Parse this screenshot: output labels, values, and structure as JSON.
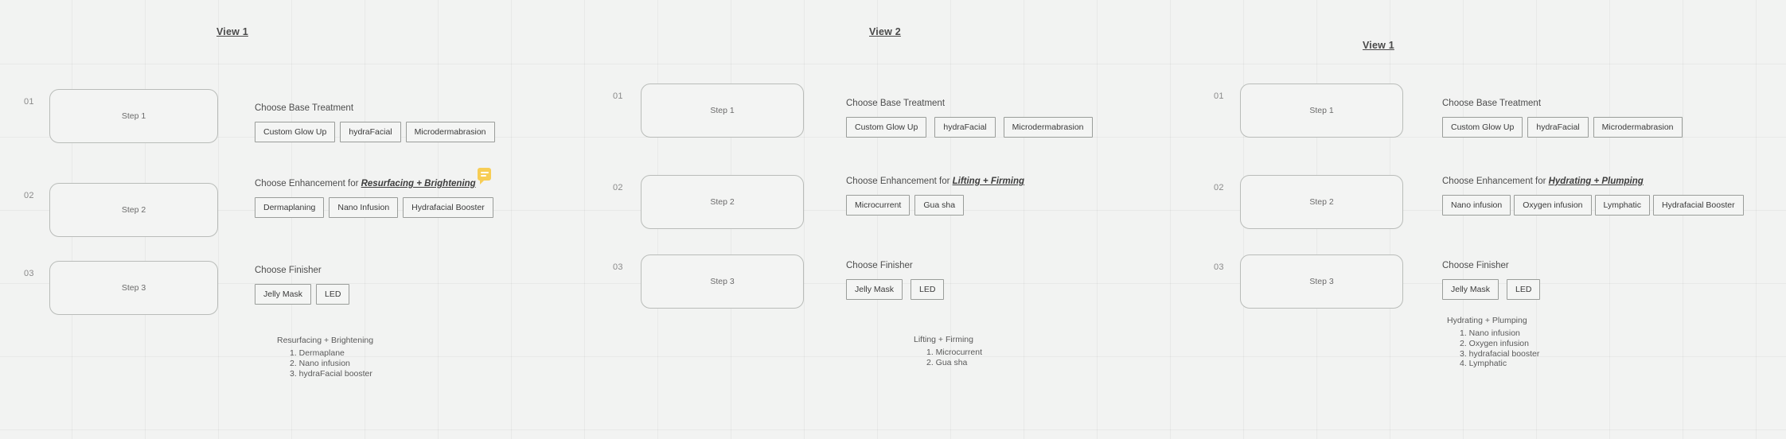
{
  "canvas": {
    "note_icon": "comment-note-icon",
    "accent_color": "#f7cd55",
    "background_color": "#f2f3f2"
  },
  "columns": [
    {
      "title": "View 1",
      "rows": [
        {
          "number": "01",
          "step_label": "Step 1"
        },
        {
          "number": "02",
          "step_label": "Step 2"
        },
        {
          "number": "03",
          "step_label": "Step 3"
        }
      ],
      "groups": [
        {
          "label_prefix": "Choose Base Treatment",
          "label_emphasis": "",
          "options": [
            "Custom Glow Up",
            "hydraFacial",
            "Microdermabrasion"
          ]
        },
        {
          "label_prefix": "Choose Enhancement for ",
          "label_emphasis": "Resurfacing + Brightening",
          "options": [
            "Dermaplaning",
            "Nano Infusion",
            "Hydrafacial Booster"
          ]
        },
        {
          "label_prefix": "Choose Finisher",
          "label_emphasis": "",
          "options": [
            "Jelly Mask",
            "LED"
          ]
        }
      ],
      "legend": {
        "title": "Resurfacing + Brightening",
        "items": [
          "1. Dermaplane",
          "2. Nano infusion",
          "3. hydraFacial booster"
        ]
      }
    },
    {
      "title": "View 2",
      "rows": [
        {
          "number": "01",
          "step_label": "Step 1"
        },
        {
          "number": "02",
          "step_label": "Step 2"
        },
        {
          "number": "03",
          "step_label": "Step 3"
        }
      ],
      "groups": [
        {
          "label_prefix": "Choose Base Treatment",
          "label_emphasis": "",
          "options": [
            "Custom Glow Up",
            "hydraFacial",
            "Microdermabrasion"
          ]
        },
        {
          "label_prefix": "Choose Enhancement for ",
          "label_emphasis": "Lifting + Firming",
          "options": [
            "Microcurrent",
            "Gua sha"
          ]
        },
        {
          "label_prefix": "Choose Finisher",
          "label_emphasis": "",
          "options": [
            "Jelly Mask",
            "LED"
          ]
        }
      ],
      "legend": {
        "title": "Lifting + Firming",
        "items": [
          "1. Microcurrent",
          "2. Gua sha"
        ]
      }
    },
    {
      "title": "View 1",
      "rows": [
        {
          "number": "01",
          "step_label": "Step 1"
        },
        {
          "number": "02",
          "step_label": "Step 2"
        },
        {
          "number": "03",
          "step_label": "Step 3"
        }
      ],
      "groups": [
        {
          "label_prefix": "Choose Base Treatment",
          "label_emphasis": "",
          "options": [
            "Custom Glow Up",
            "hydraFacial",
            "Microdermabrasion"
          ]
        },
        {
          "label_prefix": "Choose Enhancement for ",
          "label_emphasis": "Hydrating + Plumping",
          "options": [
            "Nano infusion",
            "Oxygen infusion",
            "Lymphatic",
            "Hydrafacial Booster"
          ]
        },
        {
          "label_prefix": "Choose Finisher",
          "label_emphasis": "",
          "options": [
            "Jelly Mask",
            "LED"
          ]
        }
      ],
      "legend": {
        "title": "Hydrating + Plumping",
        "items": [
          "1. Nano infusion",
          "2. Oxygen infusion",
          "3. hydrafacial booster",
          "4. Lymphatic"
        ]
      }
    }
  ]
}
